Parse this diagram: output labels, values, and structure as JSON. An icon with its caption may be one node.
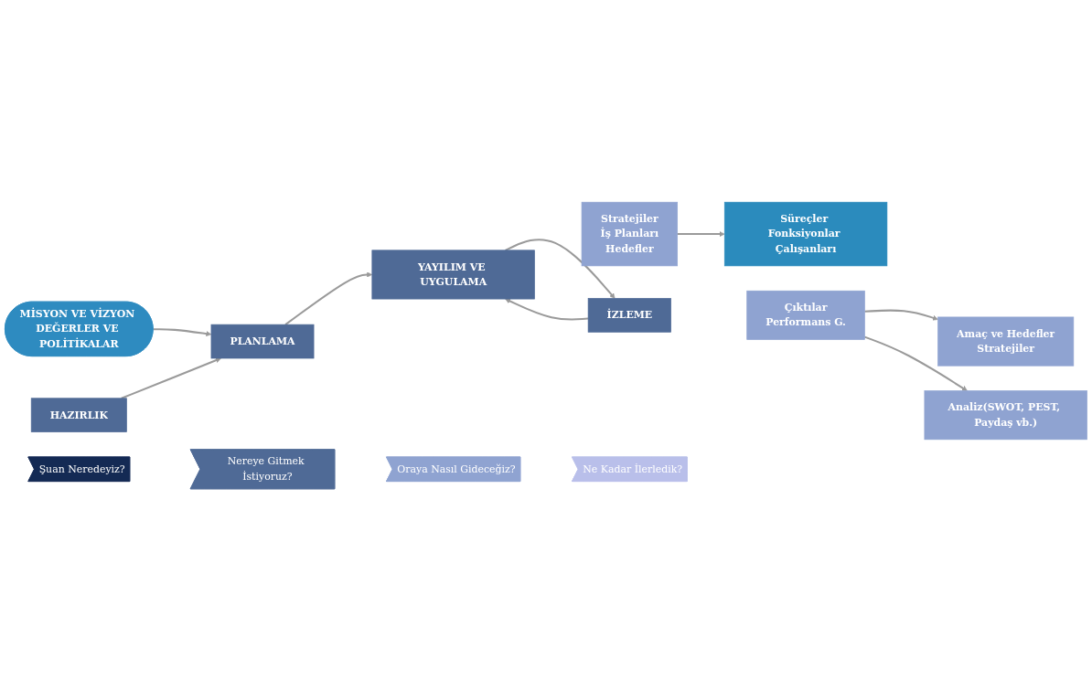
{
  "diagram": {
    "nodes": [
      {
        "text": [
          "MİSYON VE VİZYON DEĞERLER VE POLİTİKALAR"
        ]
      },
      {
        "text": [
          "HAZIRLIK"
        ]
      },
      {
        "text": [
          "Analiz(SWOT, PEST, Paydaş vb.)"
        ]
      },
      {
        "text": [
          "PLANLAMA"
        ]
      },
      {
        "text": [
          "Amaç ve Hedefler",
          "Stratejiler"
        ]
      },
      {
        "text": [
          "YAYILIM VE UYGULAMA"
        ]
      },
      {
        "text": [
          "Stratejiler",
          "İş Planları",
          "Hedefler"
        ]
      },
      {
        "text": [
          "İZLEME"
        ]
      },
      {
        "text": [
          "Çıktılar",
          "Performans G."
        ]
      },
      {
        "text": [
          "Süreçler Fonksiyonlar Çalışanları"
        ]
      },
      {
        "text": [
          "Şuan Neredeyiz?"
        ]
      },
      {
        "text": [
          "Nereye Gitmek İstiyoruz?"
        ]
      },
      {
        "text": [
          "Oraya Nasıl Gideceğiz?"
        ]
      },
      {
        "text": [
          "Ne Kadar İlerledik?"
        ]
      }
    ],
    "edges": [
      {
        "from": 0,
        "to": 3,
        "arrow": "to"
      },
      {
        "from": 1,
        "to": 3,
        "arrow": "to"
      },
      {
        "from": 3,
        "to": 5,
        "arrow": "to"
      },
      {
        "from": 5,
        "to": 7,
        "arrow": "to"
      },
      {
        "from": 7,
        "to": 5,
        "arrow": "to"
      },
      {
        "from": 6,
        "to": 9,
        "arrow": "to"
      },
      {
        "from": 8,
        "to": 4,
        "arrow": "to"
      },
      {
        "from": 8,
        "to": 2,
        "arrow": "to"
      }
    ]
  }
}
